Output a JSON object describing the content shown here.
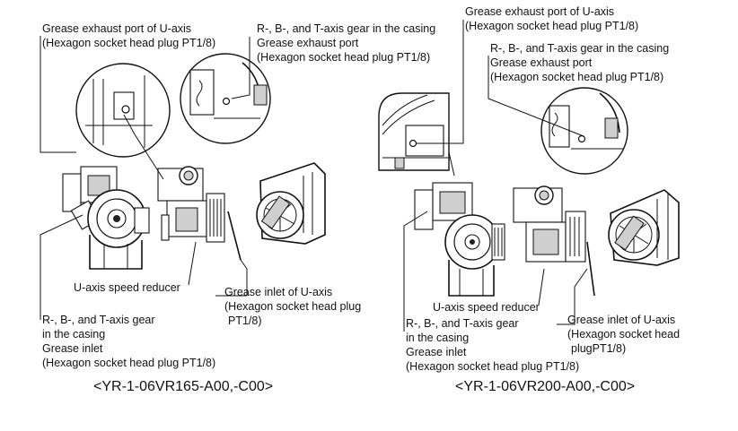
{
  "left": {
    "grease_exhaust_u": "Grease exhaust port of U-axis",
    "grease_exhaust_u_plug": "(Hexagon socket head plug PT1/8)",
    "rbt_gear_casing": "R-, B-, and T-axis gear in the casing",
    "rbt_exhaust_port": "Grease exhaust port",
    "rbt_exhaust_plug": "(Hexagon socket head plug PT1/8)",
    "u_speed_reducer": "U-axis speed reducer",
    "grease_inlet_u": "Grease inlet of U-axis",
    "grease_inlet_u_plug1": "(Hexagon socket head plug",
    "grease_inlet_u_plug2": "PT1/8)",
    "rbt_gear1": "R-, B-, and T-axis gear",
    "rbt_gear2": "in the casing",
    "rbt_inlet": "Grease inlet",
    "rbt_inlet_plug": "(Hexagon socket head plug PT1/8)",
    "caption": "<YR-1-06VR165-A00,-C00>"
  },
  "right": {
    "grease_exhaust_u": "Grease exhaust port of U-axis",
    "grease_exhaust_u_plug": "(Hexagon socket head plug PT1/8)",
    "rbt_gear_casing": "R-, B-, and T-axis gear in the casing",
    "rbt_exhaust_port": "Grease exhaust port",
    "rbt_exhaust_plug": "(Hexagon socket head plug PT1/8)",
    "u_speed_reducer": "U-axis speed reducer",
    "grease_inlet_u": "Grease inlet of U-axis",
    "grease_inlet_u_plug1": "(Hexagon socket head",
    "grease_inlet_u_plug2": "plugPT1/8)",
    "rbt_gear1": "R-, B-, and T-axis gear",
    "rbt_gear2": "in the casing",
    "rbt_inlet": "Grease inlet",
    "rbt_inlet_plug": "(Hexagon socket head plug PT1/8)",
    "caption": "<YR-1-06VR200-A00,-C00>"
  }
}
